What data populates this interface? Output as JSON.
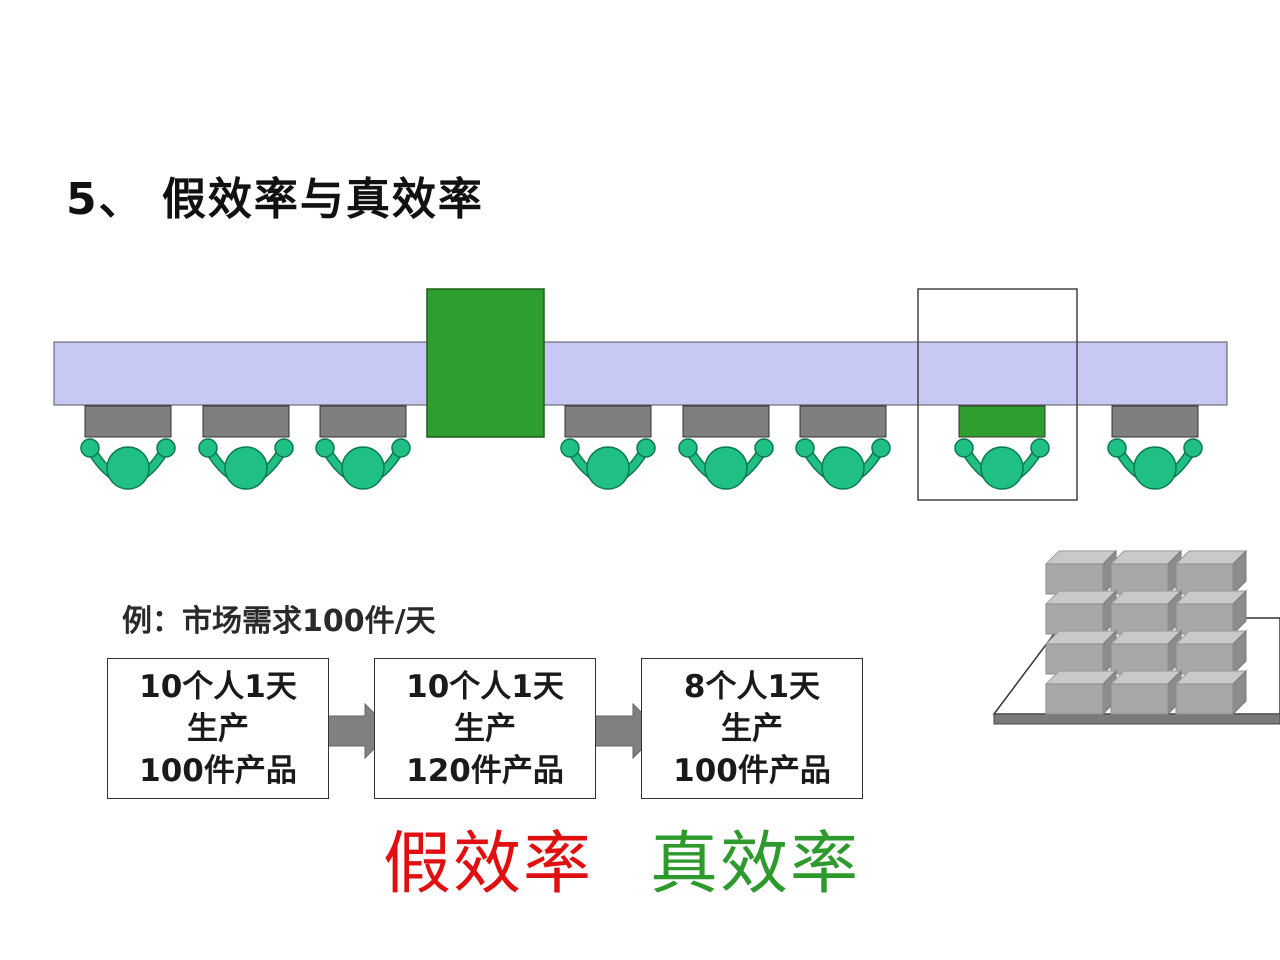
{
  "title": "5、 假效率与真效率",
  "example": "例：市场需求100件/天",
  "boxes": [
    {
      "line1": "10个人1天",
      "line2": "生产",
      "line3": "100件产品"
    },
    {
      "line1": "10个人1天",
      "line2": "生产",
      "line3": "120件产品"
    },
    {
      "line1": "8个人1天",
      "line2": "生产",
      "line3": "100件产品"
    }
  ],
  "labels": {
    "fake": "假效率",
    "real": "真效率"
  },
  "colors": {
    "conveyor": "#c8c8f4",
    "station": "#7f7f7f",
    "worker": "#1fbf86",
    "wip": "#2e9e2e",
    "arrow": "#808080",
    "fake": "#e01010",
    "real": "#2e9a2e"
  }
}
